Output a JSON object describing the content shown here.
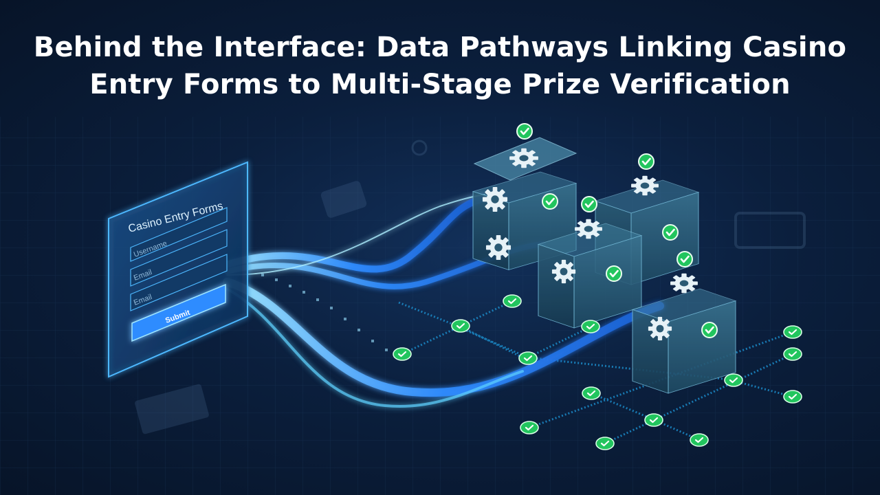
{
  "title": {
    "line1": "Behind the Interface: Data Pathways Linking Casino",
    "line2": "Entry Forms to Multi-Stage Prize Verification"
  },
  "form": {
    "heading": "Casino Entry Forms",
    "fields": [
      {
        "placeholder": "Username"
      },
      {
        "placeholder": "Email"
      },
      {
        "placeholder": "Email"
      }
    ],
    "submit_label": "Submit"
  },
  "colors": {
    "background": "#0b1f3d",
    "stream": "#2f8cff",
    "glow": "#5fd3ff",
    "check": "#22c55e",
    "cube": "#2b5a74"
  },
  "icons": {
    "cube": "gear-icon",
    "status": "check-icon"
  }
}
